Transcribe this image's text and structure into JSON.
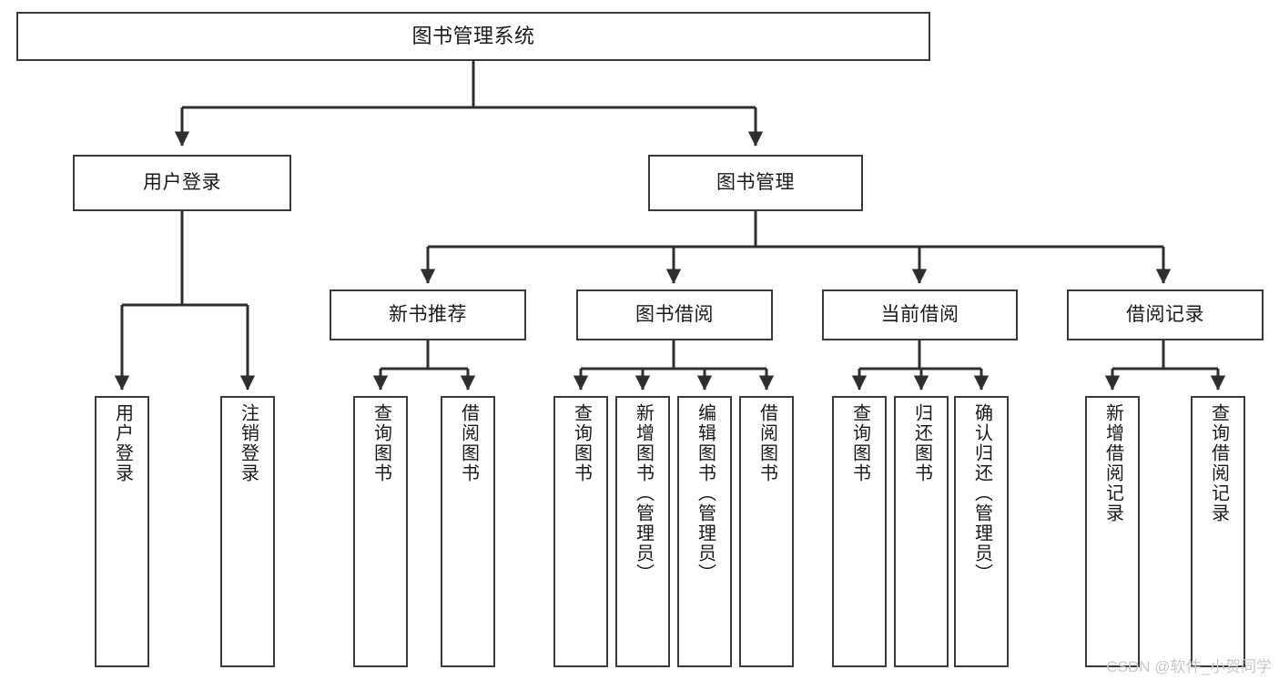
{
  "diagram": {
    "type": "tree-hierarchy-chart",
    "title": "图书管理系统",
    "line_color": "#3a3a3a",
    "box_fill": "#ffffff",
    "text_color": "#1a1a1a",
    "nodes": {
      "root": {
        "label": "图书管理系统"
      },
      "level2": [
        {
          "label": "用户登录"
        },
        {
          "label": "图书管理"
        }
      ],
      "level3": [
        {
          "label": "新书推荐"
        },
        {
          "label": "图书借阅"
        },
        {
          "label": "当前借阅"
        },
        {
          "label": "借阅记录"
        }
      ],
      "leaves": {
        "user_login": [
          {
            "label": "用户登录"
          },
          {
            "label": "注销登录"
          }
        ],
        "new_book_recommend": [
          {
            "label": "查询图书"
          },
          {
            "label": "借阅图书"
          }
        ],
        "book_borrow": [
          {
            "label": "查询图书"
          },
          {
            "label": "新增图书（管理员）"
          },
          {
            "label": "编辑图书（管理员）"
          },
          {
            "label": "借阅图书"
          }
        ],
        "current_borrow": [
          {
            "label": "查询图书"
          },
          {
            "label": "归还图书"
          },
          {
            "label": "确认归还（管理员）"
          }
        ],
        "borrow_record": [
          {
            "label": "新增借阅记录"
          },
          {
            "label": "查询借阅记录"
          }
        ]
      }
    }
  },
  "watermark": {
    "text": "CSDN @软件_小贺同学"
  }
}
